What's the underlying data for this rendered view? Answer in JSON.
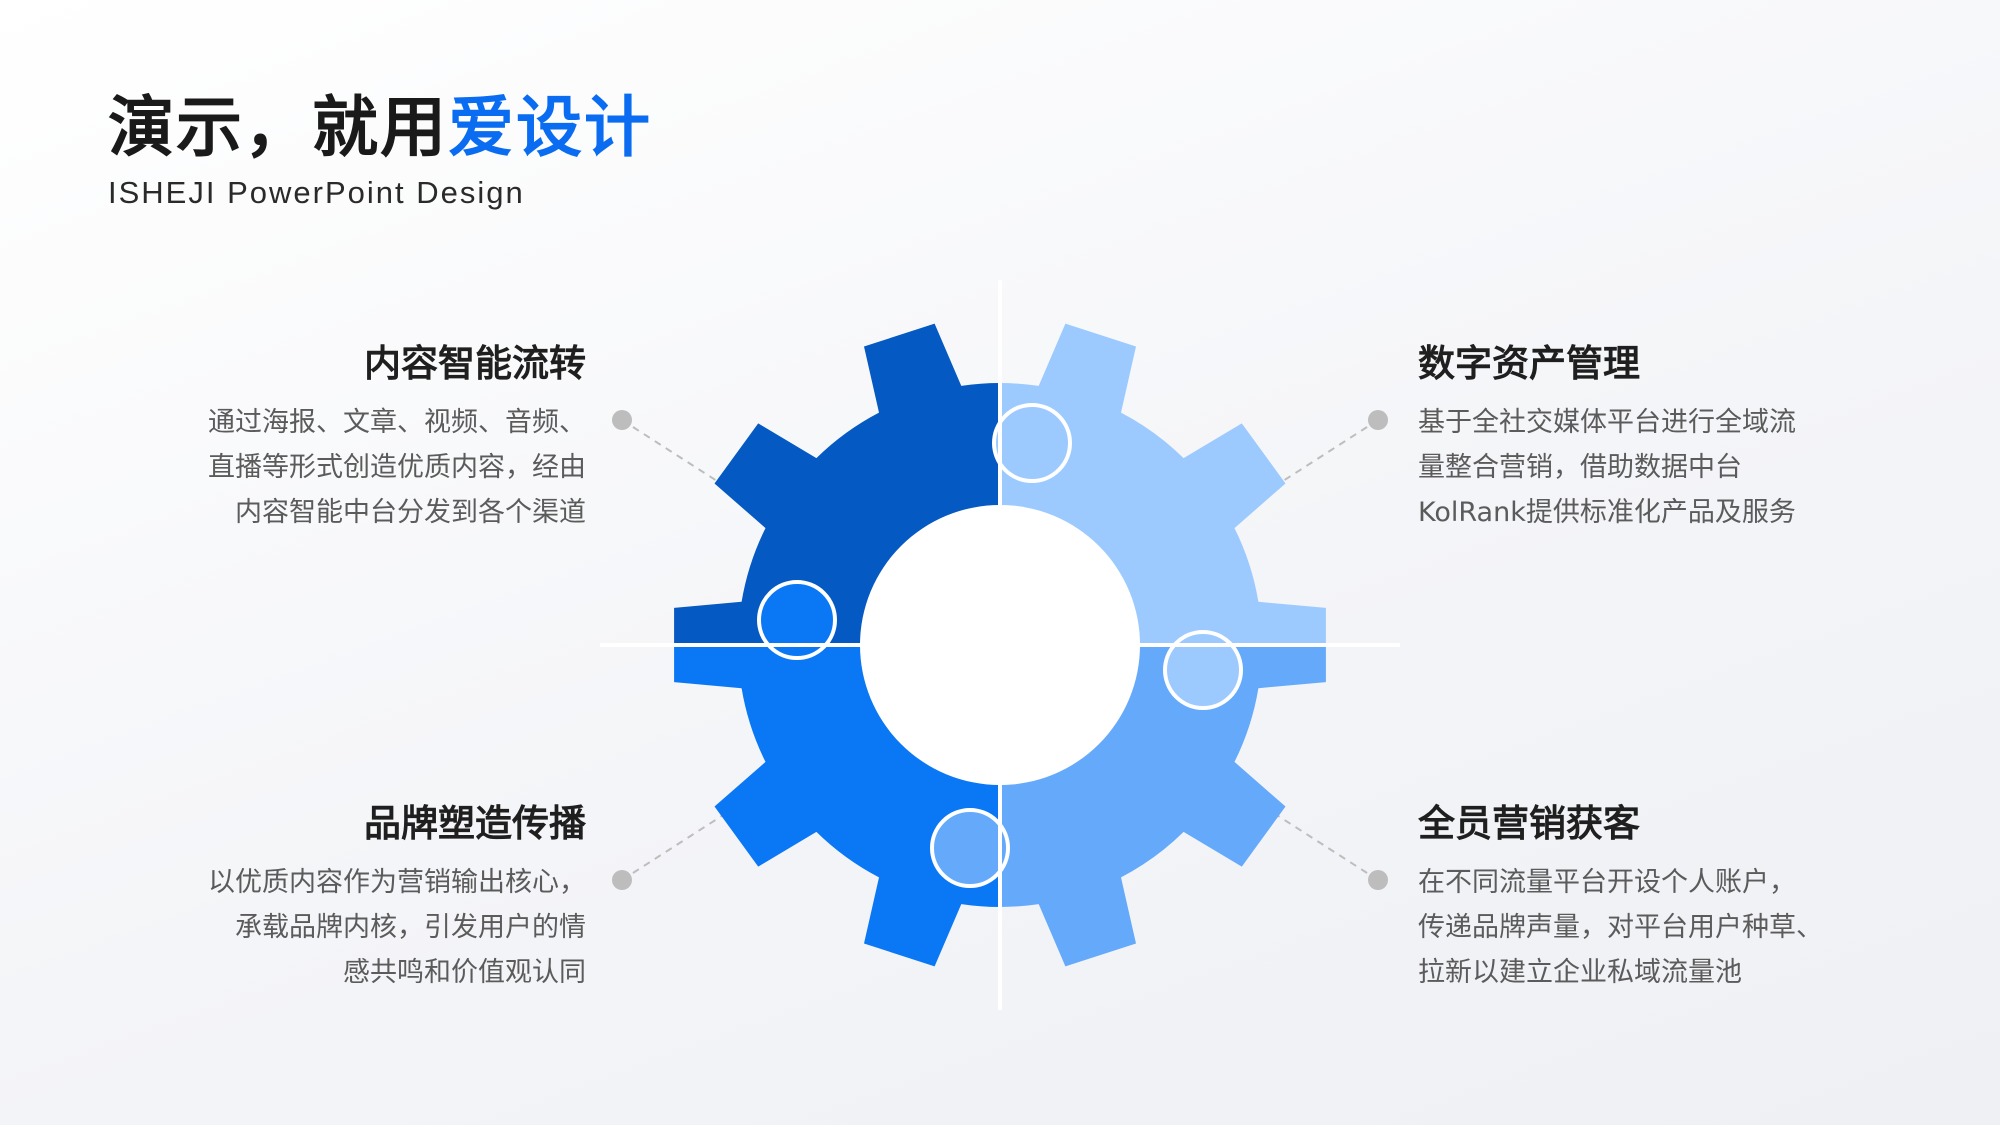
{
  "title": {
    "prefix": "演示，就用",
    "accent": "爱设计"
  },
  "subtitle": "ISHEJI PowerPoint Design",
  "blocks": {
    "top_left": {
      "heading": "内容智能流转",
      "lines": [
        "通过海报、文章、视频、音频、",
        "直播等形式创造优质内容，经由",
        "内容智能中台分发到各个渠道"
      ]
    },
    "bottom_left": {
      "heading": "品牌塑造传播",
      "lines": [
        "以优质内容作为营销输出核心，",
        "承载品牌内核，引发用户的情",
        "感共鸣和价值观认同"
      ]
    },
    "top_right": {
      "heading": "数字资产管理",
      "lines": [
        "基于全社交媒体平台进行全域流",
        "量整合营销，借助数据中台",
        "KolRank提供标准化产品及服务"
      ]
    },
    "bottom_right": {
      "heading": "全员营销获客",
      "lines": [
        "在不同流量平台开设个人账户，",
        "传递品牌声量，对平台用户种草、",
        "拉新以建立企业私域流量池"
      ]
    }
  },
  "colors": {
    "accent": "#0a6cf0",
    "gear_top_left": "#0459c2",
    "gear_top_right": "#9ccaff",
    "gear_bottom_left": "#0a78f5",
    "gear_bottom_right": "#65a9fb",
    "connector": "#bdbdbd"
  }
}
